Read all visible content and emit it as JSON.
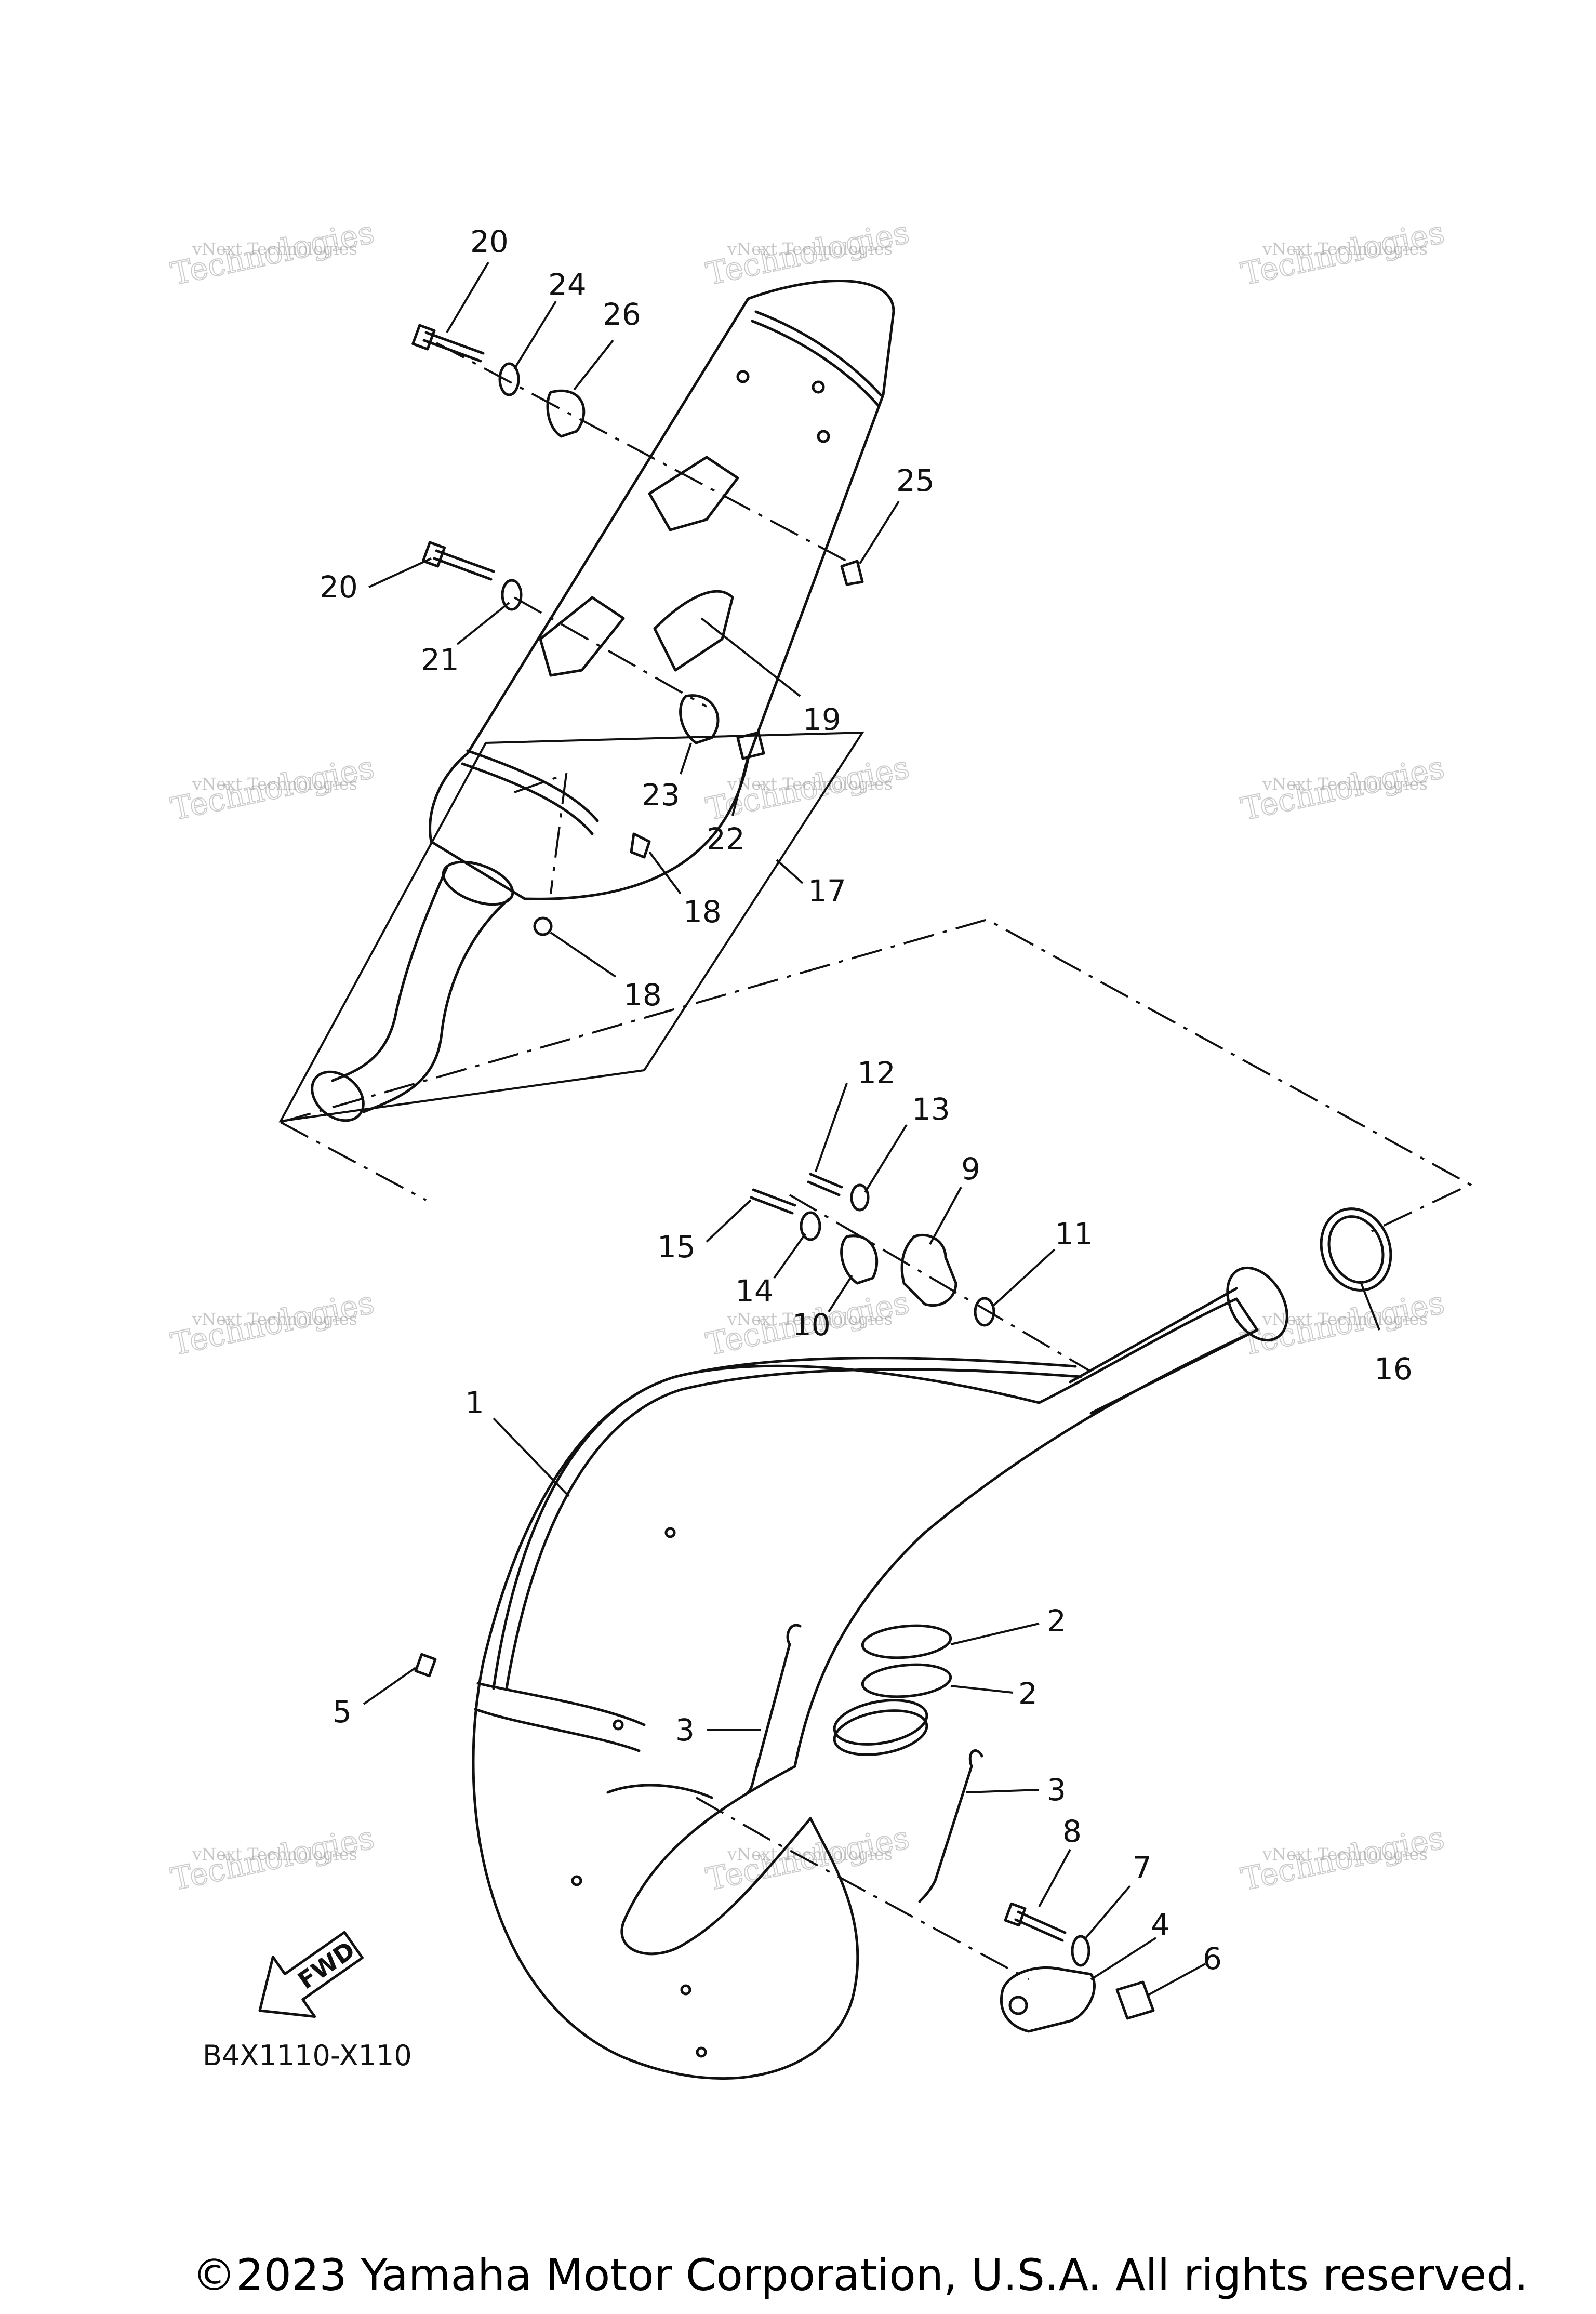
{
  "diagram_code": "B4X1110-X110",
  "fwd_label": "FWD",
  "copyright": "©2023 Yamaha Motor Corporation, U.S.A. All rights reserved.",
  "watermark": {
    "line1": "vNext Technologies",
    "line2": "vNext",
    "line3": "Technologies"
  },
  "callouts": {
    "c1": "1",
    "c2a": "2",
    "c2b": "2",
    "c3a": "3",
    "c3b": "3",
    "c4": "4",
    "c5": "5",
    "c6": "6",
    "c7": "7",
    "c8": "8",
    "c9": "9",
    "c10": "10",
    "c11": "11",
    "c12": "12",
    "c13": "13",
    "c14": "14",
    "c15": "15",
    "c16": "16",
    "c17": "17",
    "c18a": "18",
    "c18b": "18",
    "c19": "19",
    "c20a": "20",
    "c20b": "20",
    "c21": "21",
    "c22": "22",
    "c23": "23",
    "c24": "24",
    "c25": "25",
    "c26": "26"
  }
}
